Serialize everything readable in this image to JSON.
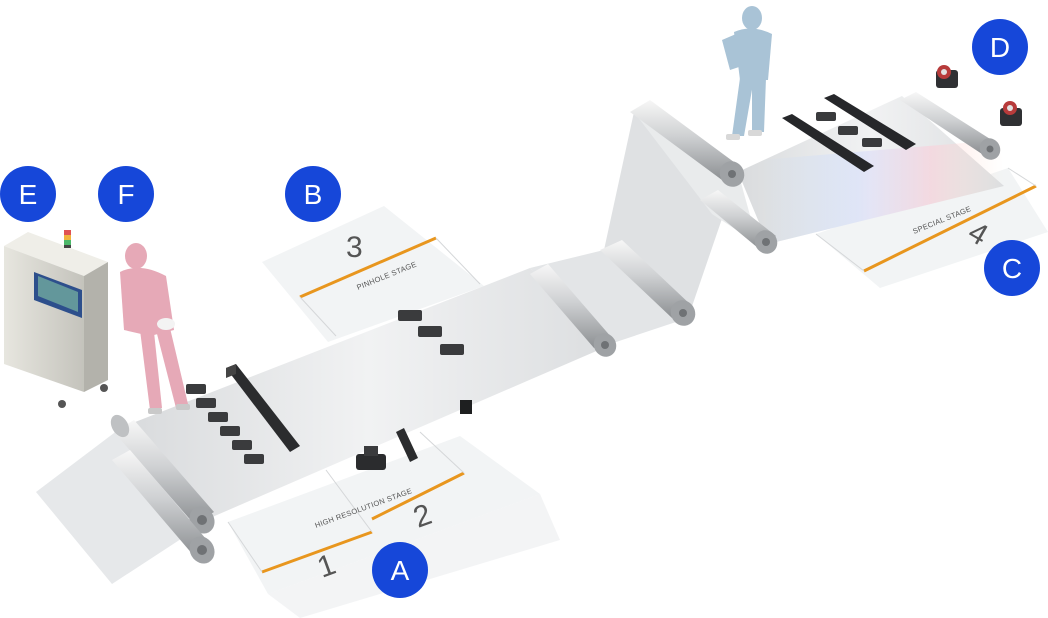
{
  "markers": {
    "a": "A",
    "b": "B",
    "c": "C",
    "d": "D",
    "e": "E",
    "f": "F"
  },
  "stages": {
    "one": {
      "number": "1"
    },
    "two": {
      "number": "2"
    },
    "high_res": {
      "label": "HIGH RESOLUTION STAGE"
    },
    "three": {
      "number": "3",
      "label": "PINHOLE STAGE"
    },
    "four": {
      "number": "4",
      "label": "SPECIAL STAGE"
    }
  },
  "colors": {
    "marker_blue": "#1647d9",
    "stage_line_orange": "#e8961e",
    "film_gray": "#e4e6e8",
    "suit_pink": "#e6a9b7",
    "suit_blue": "#a9c3d6"
  }
}
